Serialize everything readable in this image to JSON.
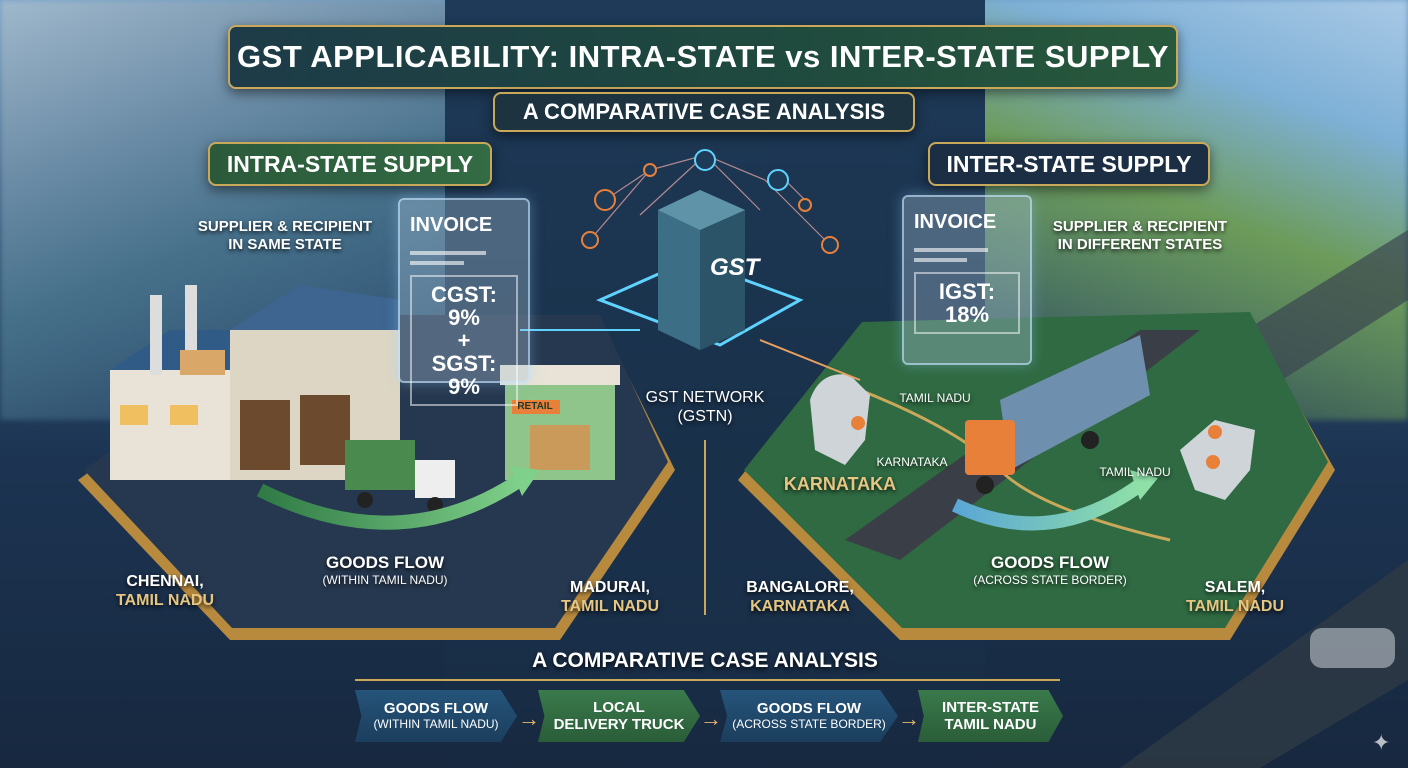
{
  "title": "GST APPLICABILITY: INTRA-STATE vs INTER-STATE SUPPLY",
  "subtitle": "A COMPARATIVE CASE ANALYSIS",
  "intra": {
    "heading": "INTRA-STATE SUPPLY",
    "desc_line1": "SUPPLIER & RECIPIENT",
    "desc_line2": "IN SAME STATE",
    "invoice": {
      "title": "INVOICE",
      "tax_line1": "CGST: 9%",
      "plus": "+",
      "tax_line2": "SGST: 9%"
    },
    "retail_sign": "RETAIL",
    "flow_title": "GOODS FLOW",
    "flow_sub": "(WITHIN TAMIL NADU)",
    "origin_city": "CHENNAI,",
    "origin_state": "TAMIL NADU",
    "dest_city": "MADURAI,",
    "dest_state": "TAMIL NADU"
  },
  "center": {
    "building_label": "GST",
    "network_line1": "GST NETWORK",
    "network_line2": "(GSTN)"
  },
  "inter": {
    "heading": "INTER-STATE SUPPLY",
    "desc_line1": "SUPPLIER & RECIPIENT",
    "desc_line2": "IN DIFFERENT STATES",
    "invoice": {
      "title": "INVOICE",
      "tax_line1": "IGST: 18%"
    },
    "map_label_tn_top": "TAMIL NADU",
    "map_label_ka_small": "KARNATAKA",
    "map_label_ka_big": "KARNATAKA",
    "map_label_tn_right": "TAMIL NADU",
    "flow_title": "GOODS FLOW",
    "flow_sub": "(ACROSS STATE BORDER)",
    "origin_city": "BANGALORE,",
    "origin_state": "KARNATAKA",
    "dest_city": "SALEM,",
    "dest_state": "TAMIL NADU"
  },
  "bottom": {
    "heading": "A COMPARATIVE CASE ANALYSIS",
    "steps": [
      {
        "title": "GOODS FLOW",
        "sub": "(WITHIN TAMIL NADU)"
      },
      {
        "title": "LOCAL",
        "sub": "DELIVERY TRUCK"
      },
      {
        "title": "GOODS FLOW",
        "sub": "(ACROSS STATE BORDER)"
      },
      {
        "title": "INTER-STATE",
        "sub": "TAMIL NADU"
      }
    ]
  },
  "colors": {
    "gold": "#c9a85a",
    "green": "#2f6a42",
    "navy": "#1b2e44",
    "accent_orange": "#e8803a",
    "network_cyan": "#5fd3ff"
  }
}
